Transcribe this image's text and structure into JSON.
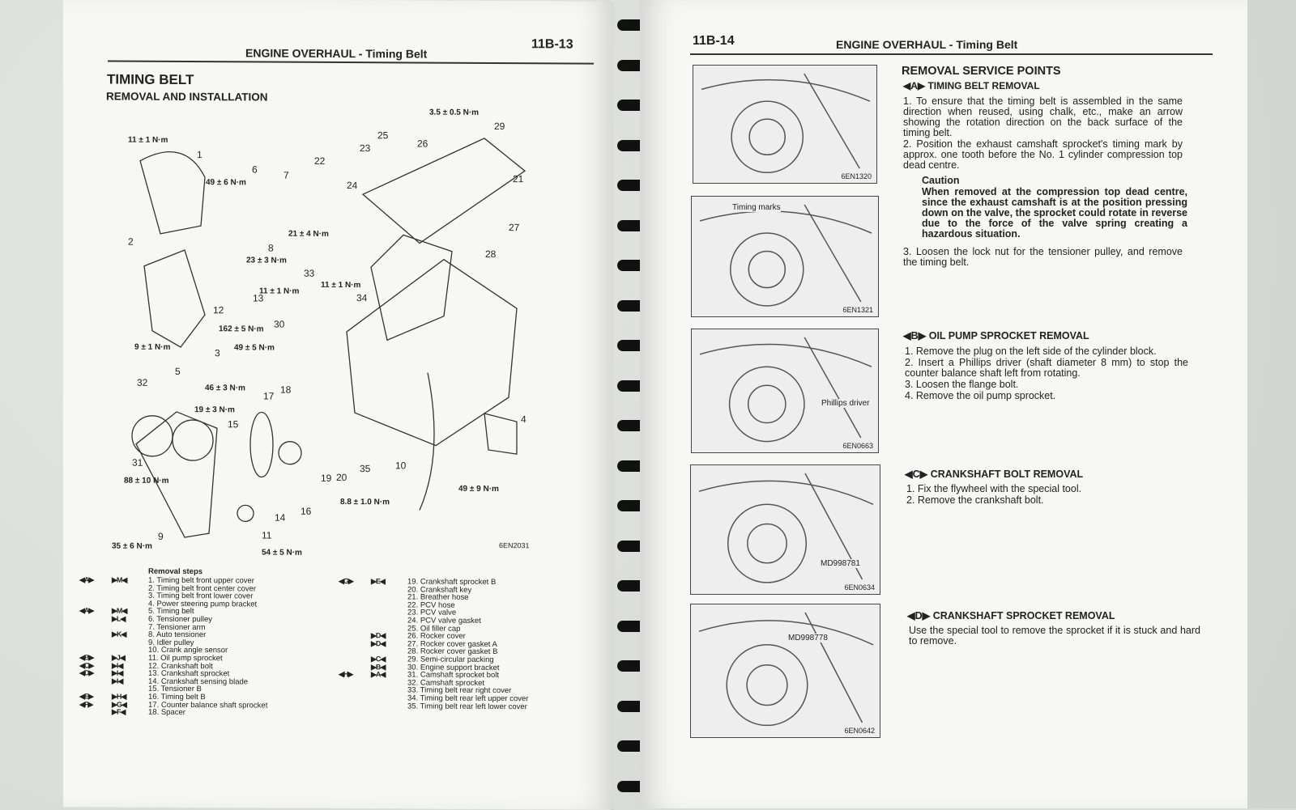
{
  "left_page": {
    "header": "ENGINE OVERHAUL - Timing Belt",
    "page_number": "11B-13",
    "title": "TIMING BELT",
    "subtitle": "REMOVAL AND INSTALLATION",
    "figure_code": "6EN2031",
    "callouts": [
      "1",
      "2",
      "3",
      "4",
      "5",
      "6",
      "7",
      "8",
      "9",
      "10",
      "11",
      "12",
      "13",
      "14",
      "15",
      "16",
      "17",
      "18",
      "19",
      "20",
      "21",
      "22",
      "23",
      "24",
      "25",
      "26",
      "27",
      "28",
      "29",
      "30",
      "31",
      "32",
      "33",
      "34",
      "35"
    ],
    "torques": [
      "3.5 ± 0.5 N·m",
      "11 ± 1 N·m",
      "49 ± 6 N·m",
      "21 ± 4 N·m",
      "23 ± 3 N·m",
      "11 ± 1 N·m",
      "11 ± 1 N·m",
      "162 ± 5 N·m",
      "9 ± 1 N·m",
      "49 ± 5 N·m",
      "46 ± 3 N·m",
      "19 ± 3 N·m",
      "88 ± 10 N·m",
      "35 ± 6 N·m",
      "54 ± 5 N·m",
      "8.8 ± 1.0 N·m",
      "49 ± 9 N·m"
    ],
    "removal_steps_title": "Removal steps",
    "steps_col1": [
      {
        "rm": "◀A▶",
        "im": "▶M◀",
        "t": "1. Timing belt front upper cover"
      },
      {
        "rm": "",
        "im": "",
        "t": "2. Timing belt front center cover"
      },
      {
        "rm": "",
        "im": "",
        "t": "3. Timing belt front lower cover"
      },
      {
        "rm": "",
        "im": "",
        "t": "4. Power steering pump bracket"
      },
      {
        "rm": "◀A▶",
        "im": "▶M◀",
        "t": "5. Timing belt"
      },
      {
        "rm": "",
        "im": "▶L◀",
        "t": "6. Tensioner pulley"
      },
      {
        "rm": "",
        "im": "",
        "t": "7. Tensioner arm"
      },
      {
        "rm": "",
        "im": "▶K◀",
        "t": "8. Auto tensioner"
      },
      {
        "rm": "",
        "im": "",
        "t": "9. Idler pulley"
      },
      {
        "rm": "",
        "im": "",
        "t": "10. Crank angle sensor"
      },
      {
        "rm": "◀B▶",
        "im": "▶J◀",
        "t": "11. Oil pump sprocket"
      },
      {
        "rm": "◀C▶",
        "im": "▶I◀",
        "t": "12. Crankshaft bolt"
      },
      {
        "rm": "◀D▶",
        "im": "▶I◀",
        "t": "13. Crankshaft sprocket"
      },
      {
        "rm": "",
        "im": "▶I◀",
        "t": "14. Crankshaft sensing blade"
      },
      {
        "rm": "",
        "im": "",
        "t": "15. Tensioner B"
      },
      {
        "rm": "◀E▶",
        "im": "▶H◀",
        "t": "16. Timing belt B"
      },
      {
        "rm": "◀F▶",
        "im": "▶G◀",
        "t": "17. Counter balance shaft sprocket"
      },
      {
        "rm": "",
        "im": "▶F◀",
        "t": "18. Spacer"
      }
    ],
    "steps_col2": [
      {
        "rm": "◀G▶",
        "im": "▶E◀",
        "t": "19. Crankshaft sprocket B"
      },
      {
        "rm": "",
        "im": "",
        "t": "20. Crankshaft key"
      },
      {
        "rm": "",
        "im": "",
        "t": "21. Breather hose"
      },
      {
        "rm": "",
        "im": "",
        "t": "22. PCV hose"
      },
      {
        "rm": "",
        "im": "",
        "t": "23. PCV valve"
      },
      {
        "rm": "",
        "im": "",
        "t": "24. PCV valve gasket"
      },
      {
        "rm": "",
        "im": "",
        "t": "25. Oil filler cap"
      },
      {
        "rm": "",
        "im": "▶D◀",
        "t": "26. Rocker cover"
      },
      {
        "rm": "",
        "im": "▶D◀",
        "t": "27. Rocker cover gasket A"
      },
      {
        "rm": "",
        "im": "",
        "t": "28. Rocker cover gasket B"
      },
      {
        "rm": "",
        "im": "▶C◀",
        "t": "29. Semi-circular packing"
      },
      {
        "rm": "",
        "im": "▶B◀",
        "t": "30. Engine support bracket"
      },
      {
        "rm": "◀H▶",
        "im": "▶A◀",
        "t": "31. Camshaft sprocket bolt"
      },
      {
        "rm": "",
        "im": "",
        "t": "32. Camshaft sprocket"
      },
      {
        "rm": "",
        "im": "",
        "t": "33. Timing belt rear right cover"
      },
      {
        "rm": "",
        "im": "",
        "t": "34. Timing belt rear left upper cover"
      },
      {
        "rm": "",
        "im": "",
        "t": "35. Timing belt rear left lower cover"
      }
    ]
  },
  "right_page": {
    "page_number": "11B-14",
    "header": "ENGINE OVERHAUL - Timing Belt",
    "title": "REMOVAL SERVICE POINTS",
    "figures": [
      {
        "code": "6EN1320",
        "label": ""
      },
      {
        "code": "6EN1321",
        "label": "Timing marks"
      },
      {
        "code": "6EN0663",
        "label": "Phillips driver"
      },
      {
        "code": "6EN0634",
        "label": "MD998781"
      },
      {
        "code": "6EN0642",
        "label": "MD998778"
      }
    ],
    "sec_a": {
      "title": "◀A▶ TIMING BELT REMOVAL",
      "p1": "1. To ensure that the timing belt is assembled in the same direction when reused, using chalk, etc., make an arrow showing the rotation direction on the back surface of the timing belt.",
      "p2": "2. Position the exhaust camshaft sprocket's timing mark by approx. one tooth before the No. 1 cylinder compression top dead centre.",
      "caution_title": "Caution",
      "caution": "When removed at the compression top dead centre, since the exhaust camshaft is at the position pressing down on the valve, the sprocket could rotate in reverse due to the force of the valve spring creating a hazardous situation.",
      "p3": "3. Loosen the lock nut for the tensioner pulley, and remove the timing belt."
    },
    "sec_b": {
      "title": "◀B▶ OIL PUMP SPROCKET REMOVAL",
      "items": [
        "1. Remove the plug on the left side of the cylinder block.",
        "2. Insert a Phillips driver (shaft diameter 8 mm) to stop the counter balance shaft left from rotating.",
        "3. Loosen the flange bolt.",
        "4. Remove the oil pump sprocket."
      ]
    },
    "sec_c": {
      "title": "◀C▶ CRANKSHAFT BOLT REMOVAL",
      "items": [
        "1. Fix the flywheel with the special tool.",
        "2. Remove the crankshaft bolt."
      ]
    },
    "sec_d": {
      "title": "◀D▶ CRANKSHAFT SPROCKET REMOVAL",
      "text": "Use the special tool to remove the sprocket if it is stuck and hard to remove."
    }
  }
}
